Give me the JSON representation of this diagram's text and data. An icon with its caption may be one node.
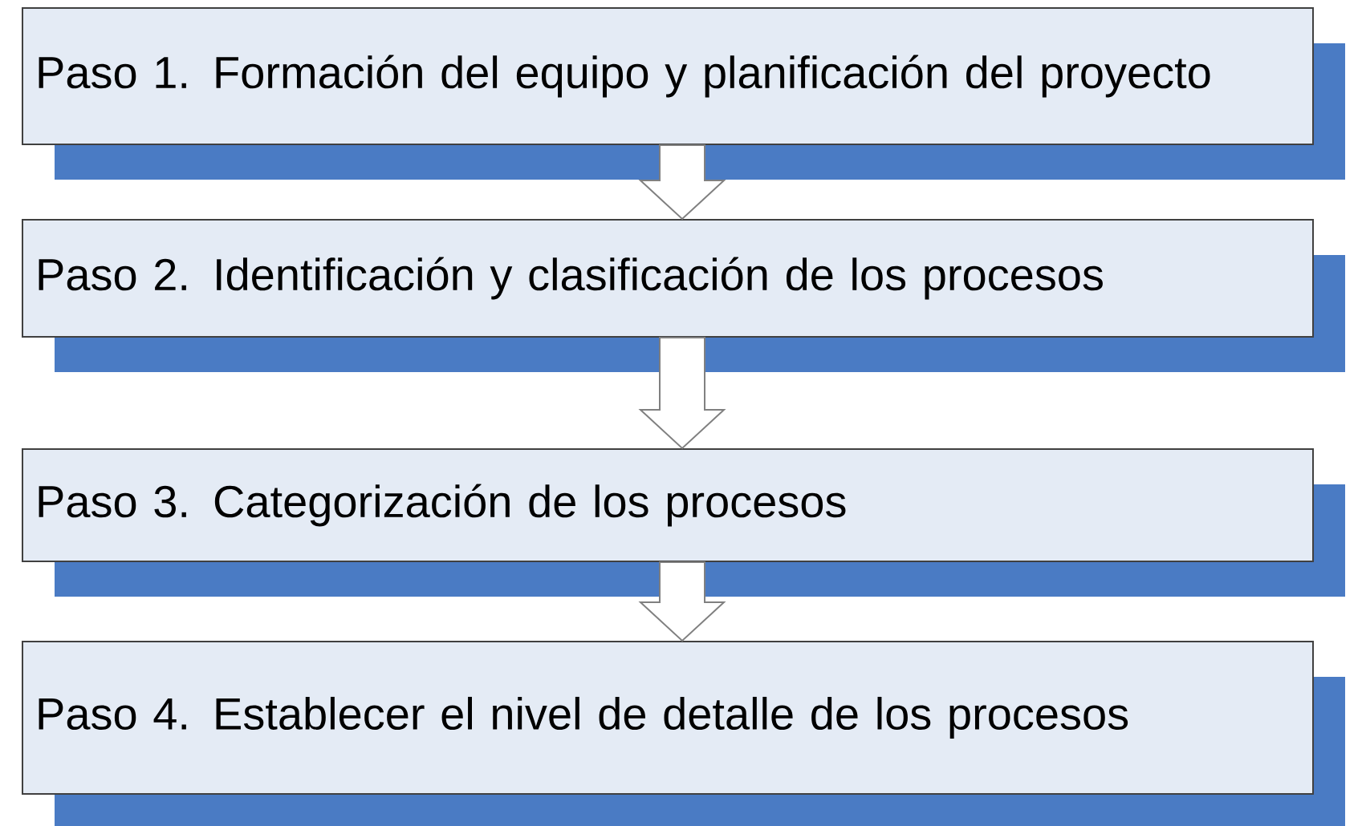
{
  "diagram": {
    "nodes": [
      {
        "text": [
          "Paso 1. Formación del equipo y planificación del proyecto"
        ]
      },
      {
        "text": [
          "Paso 2. Identificación y clasificación de los procesos"
        ]
      },
      {
        "text": [
          "Paso 3. Categorización de los procesos"
        ]
      },
      {
        "text": [
          "Paso 4. Establecer el nivel de detalle de los procesos"
        ]
      }
    ],
    "edges": [
      {
        "from": 0,
        "to": 1,
        "arrow": "to"
      },
      {
        "from": 1,
        "to": 2,
        "arrow": "to"
      },
      {
        "from": 2,
        "to": 3,
        "arrow": "to"
      }
    ]
  }
}
